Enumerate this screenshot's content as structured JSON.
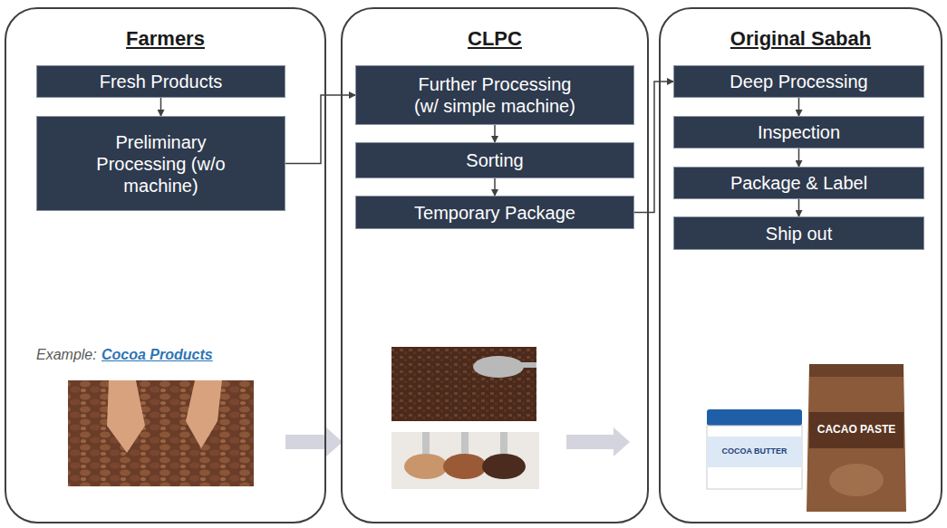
{
  "diagram": {
    "nodes": [
      {
        "text": [
          "Farmers"
        ]
      },
      {
        "text": [
          "Fresh Products"
        ],
        "in": 0
      },
      {
        "text": [
          "Preliminary Processing (w/o machine)"
        ],
        "in": 0
      },
      {
        "text": [
          "CLPC"
        ]
      },
      {
        "text": [
          "Further Processing (w/ simple machine)"
        ],
        "in": 3
      },
      {
        "text": [
          "Sorting"
        ],
        "in": 3
      },
      {
        "text": [
          "Temporary Package"
        ],
        "in": 3
      },
      {
        "text": [
          "Original Sabah"
        ]
      },
      {
        "text": [
          "Deep Processing"
        ],
        "in": 7
      },
      {
        "text": [
          "Inspection"
        ],
        "in": 7
      },
      {
        "text": [
          "Package & Label"
        ],
        "in": 7
      },
      {
        "text": [
          "Ship out"
        ],
        "in": 7
      }
    ],
    "edges": [
      {
        "from": 1,
        "to": 2,
        "arrow": "to"
      },
      {
        "from": 2,
        "to": 4,
        "arrow": "to"
      },
      {
        "from": 4,
        "to": 5,
        "arrow": "to"
      },
      {
        "from": 5,
        "to": 6,
        "arrow": "to"
      },
      {
        "from": 6,
        "to": 8,
        "arrow": "to"
      },
      {
        "from": 8,
        "to": 9,
        "arrow": "to"
      },
      {
        "from": 9,
        "to": 10,
        "arrow": "to"
      },
      {
        "from": 10,
        "to": 11,
        "arrow": "to"
      }
    ],
    "labels": [
      "Example:",
      "Cocoa Products",
      "COCOA BUTTER",
      "CACAO PASTE"
    ]
  }
}
